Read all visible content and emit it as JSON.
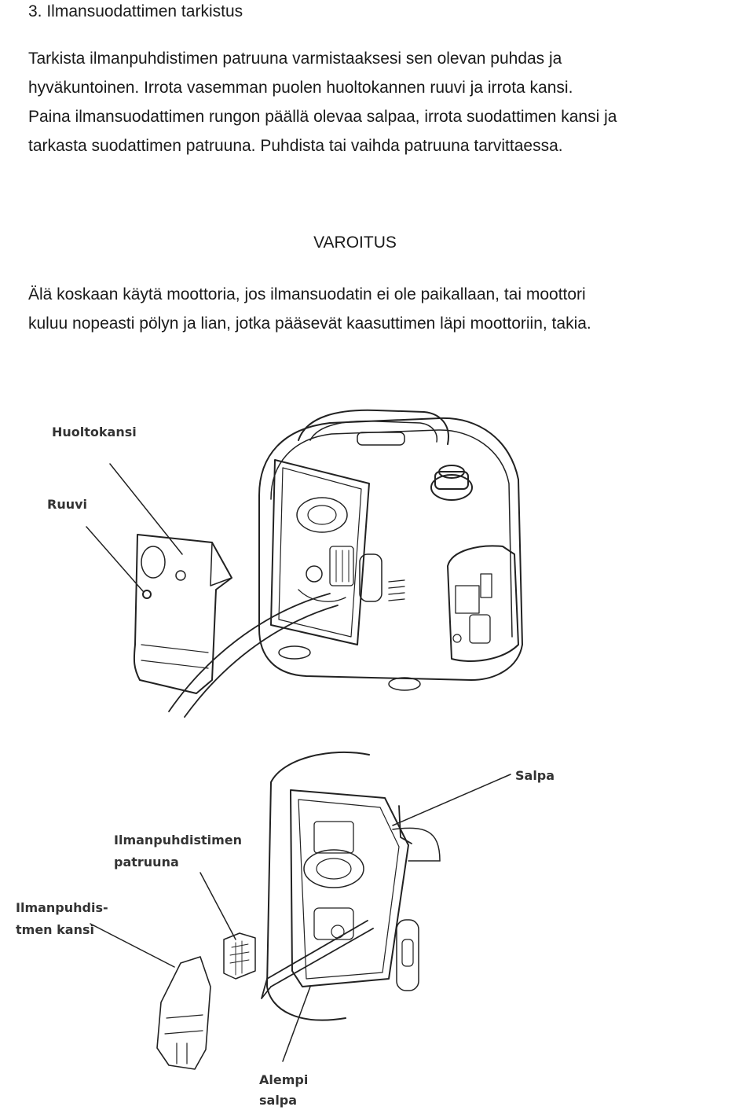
{
  "section": {
    "heading": "3.  Ilmansuodattimen tarkistus",
    "paragraph_lines": [
      "Tarkista ilmanpuhdistimen patruuna varmistaaksesi sen olevan puhdas ja",
      "hyväkuntoinen. Irrota vasemman puolen huoltokannen ruuvi ja irrota kansi.",
      "Paina ilmansuodattimen rungon päällä olevaa salpaa, irrota suodattimen kansi ja",
      "tarkasta suodattimen patruuna. Puhdista tai vaihda patruuna tarvittaessa."
    ]
  },
  "warning": {
    "title": "VAROITUS",
    "lines": [
      "Älä koskaan käytä moottoria, jos ilmansuodatin ei ole paikallaan, tai moottori",
      "kuluu nopeasti pölyn ja lian, jotka pääsevät kaasuttimen läpi moottoriin, takia."
    ]
  },
  "figure1": {
    "labels": {
      "service_cover": "Huoltokansi",
      "screw": "Ruuvi"
    }
  },
  "figure2": {
    "labels": {
      "latch": "Salpa",
      "cartridge_line1": "Ilmanpuhdistimen",
      "cartridge_line2": "patruuna",
      "cover_line1": "Ilmanpuhdis-",
      "cover_line2": "tmen kansi",
      "lower_latch_line1": "Alempi",
      "lower_latch_line2": "salpa"
    }
  }
}
